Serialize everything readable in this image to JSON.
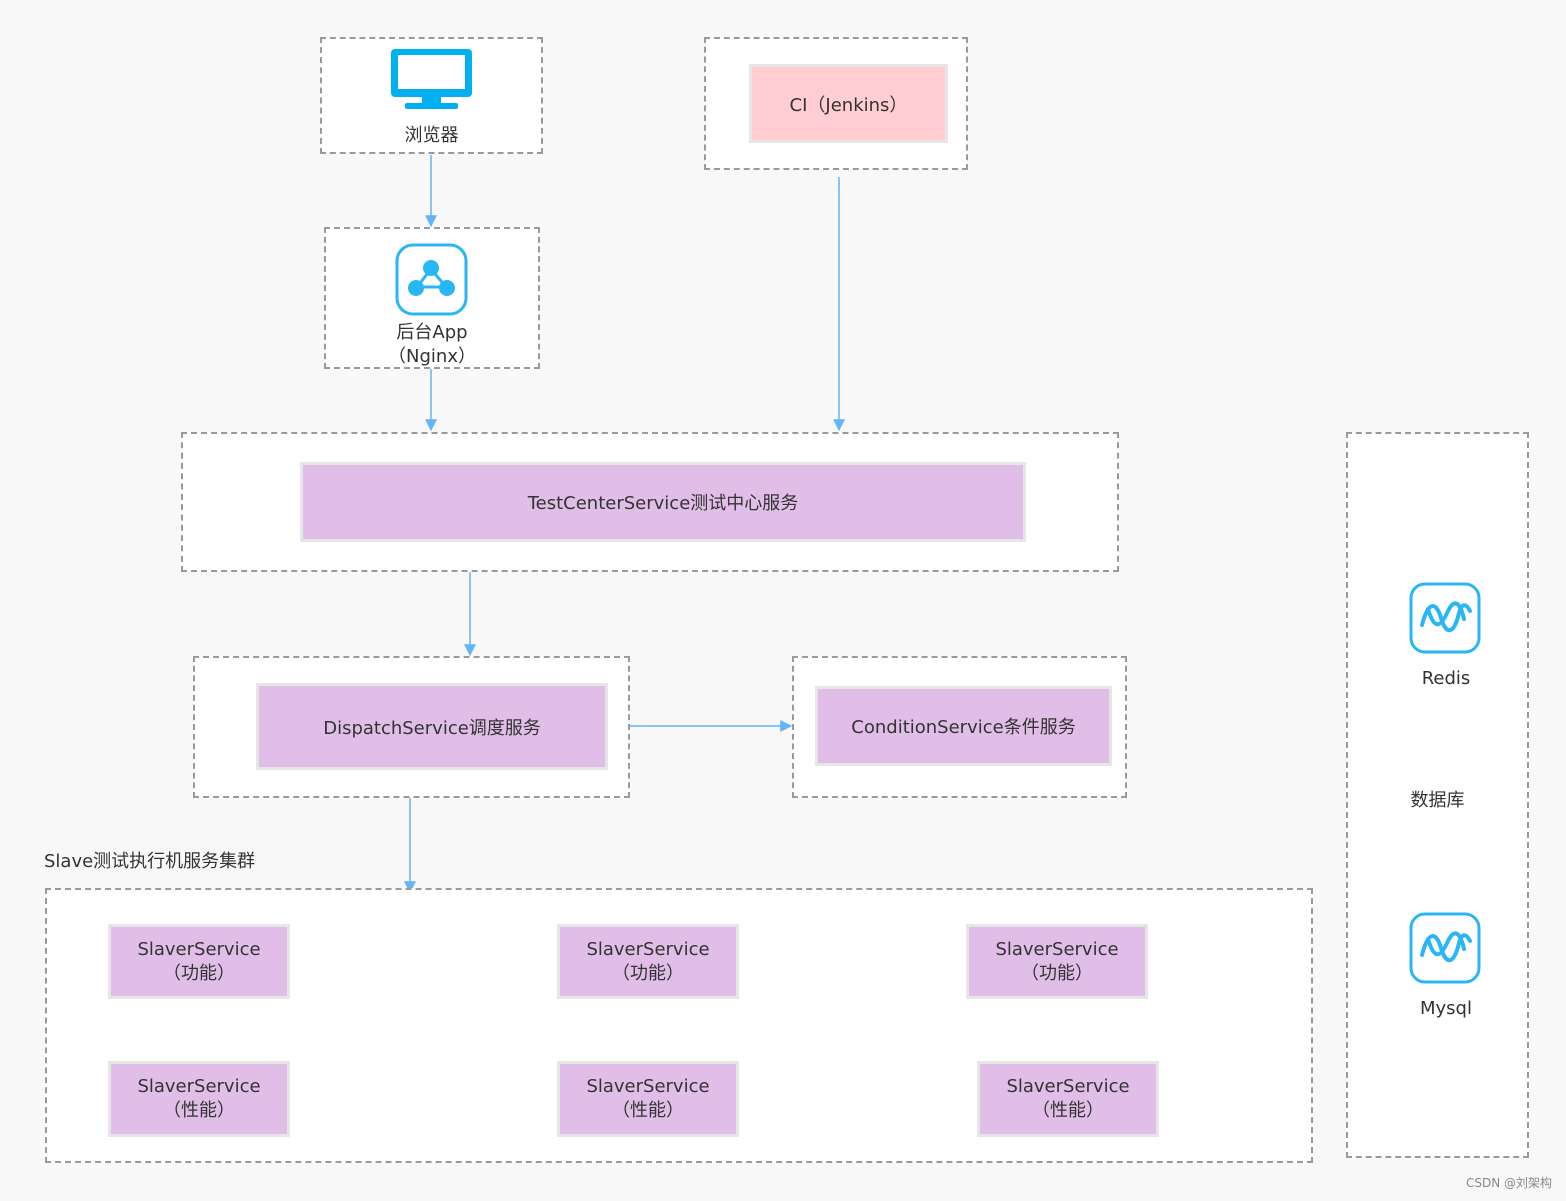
{
  "browser": {
    "label": "浏览器",
    "icon": "monitor-icon"
  },
  "backend": {
    "label": "后台App",
    "sublabel": "（Nginx）",
    "icon": "network-nodes-icon"
  },
  "ci": {
    "label": "CI（Jenkins）"
  },
  "test_center": {
    "label": "TestCenterService测试中心服务"
  },
  "dispatch": {
    "label": "DispatchService调度服务"
  },
  "condition": {
    "label": "ConditionService条件服务"
  },
  "slave_cluster": {
    "title": "Slave测试执行机服务集群",
    "nodes": [
      {
        "name": "SlaverService",
        "role": "（功能）"
      },
      {
        "name": "SlaverService",
        "role": "（功能）"
      },
      {
        "name": "SlaverService",
        "role": "（功能）"
      },
      {
        "name": "SlaverService",
        "role": "（性能）"
      },
      {
        "name": "SlaverService",
        "role": "（性能）"
      },
      {
        "name": "SlaverService",
        "role": "（性能）"
      }
    ]
  },
  "database": {
    "label": "数据库",
    "items": [
      {
        "name": "Redis",
        "icon": "wave-icon"
      },
      {
        "name": "Mysql",
        "icon": "wave-icon"
      }
    ]
  },
  "watermark": "CSDN @刘架构",
  "colors": {
    "service_fill": "#e1bee7",
    "ci_fill": "#ffcdd2",
    "arrow": "#64b5f6",
    "icon_blue": "#29b6f6"
  }
}
